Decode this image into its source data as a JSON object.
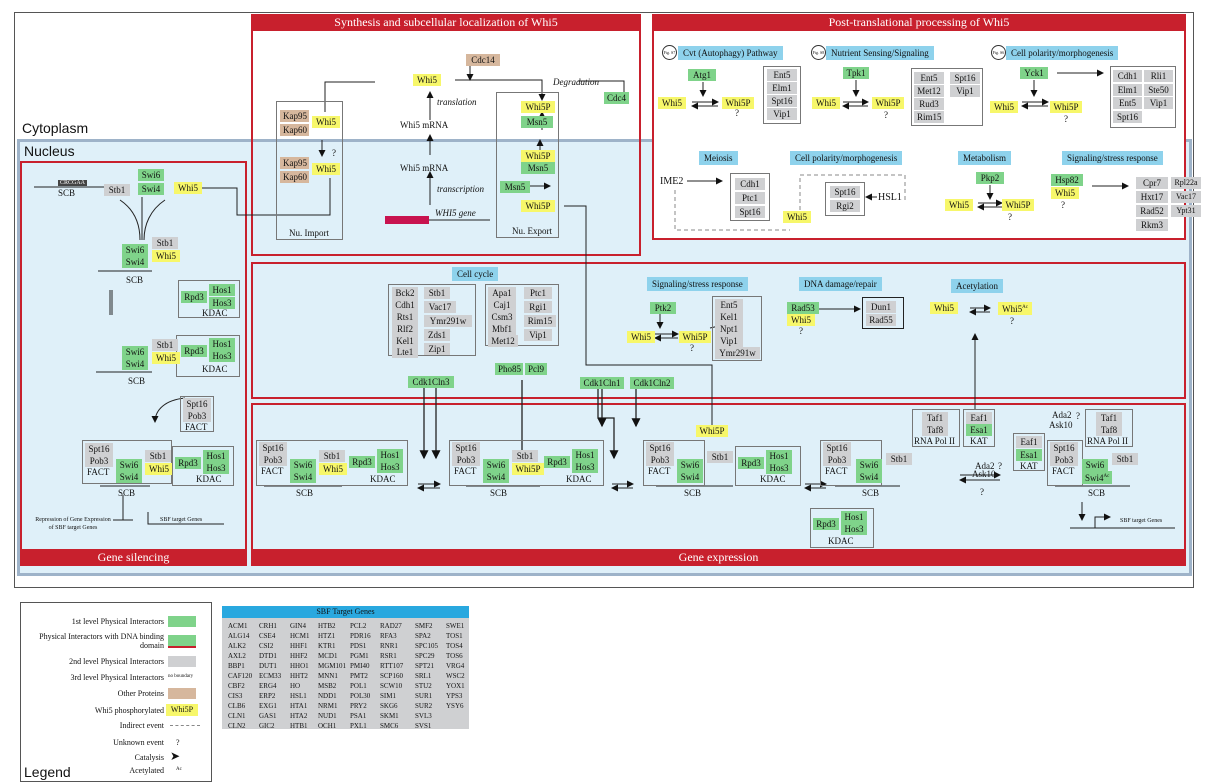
{
  "regions": {
    "cytoplasm": "Cytoplasm",
    "nucleus": "Nucleus",
    "synthesis_title": "Synthesis and subcellular localization of Whi5",
    "ptm_title": "Post-translational processing of Whi5",
    "silencing_title": "Gene silencing",
    "expression_title": "Gene expression"
  },
  "synthesis": {
    "cdc14": "Cdc14",
    "whi5_top": "Whi5",
    "translation": "translation",
    "whi5_mrna_1": "Whi5 mRNA",
    "whi5_mrna_2": "Whi5 mRNA",
    "transcription": "transcription",
    "gene": "WHI5 gene",
    "kap95_a": "Kap95",
    "kap60_a": "Kap60",
    "whi5_a": "Whi5",
    "q": "?",
    "kap95_b": "Kap95",
    "kap60_b": "Kap60",
    "whi5_b": "Whi5",
    "import": "Nu. Import",
    "degradation": "Degradation",
    "whi5p_a": "Whi5P",
    "msn5_a": "Msn5",
    "cdc4": "Cdc4",
    "whi5p_b": "Whi5P",
    "msn5_b": "Msn5",
    "msn5_c": "Msn5",
    "whi5p_c": "Whi5P",
    "export": "Nu. Export"
  },
  "ptm": {
    "cvt": {
      "fig": "Fig. S7",
      "title": "Cvt (Autophagy) Pathway",
      "atg1": "Atg1",
      "whi5": "Whi5",
      "whi5p": "Whi5P",
      "q": "?",
      "list": [
        "Ent5",
        "Elm1",
        "Spt16",
        "Vip1"
      ]
    },
    "nutrient": {
      "fig": "Fig. S8",
      "title": "Nutrient Sensing/Signaling",
      "tpk1": "Tpk1",
      "whi5": "Whi5",
      "whi5p": "Whi5P",
      "q": "?",
      "list1": [
        "Ent5",
        "Met12",
        "Rud3",
        "Rim15"
      ],
      "list2": [
        "Spt16",
        "Vip1"
      ]
    },
    "polarity1": {
      "fig": "Fig. S6",
      "title": "Cell polarity/morphogenesis",
      "yck1": "Yck1",
      "whi5": "Whi5",
      "whi5p": "Whi5P",
      "q": "?",
      "list1": [
        "Cdh1",
        "Elm1",
        "Ent5",
        "Spt16"
      ],
      "list2": [
        "Rli1",
        "Ste50",
        "Vip1"
      ]
    },
    "meiosis": {
      "title": "Meiosis",
      "ime2": "IME2",
      "list": [
        "Cdh1",
        "Ptc1",
        "Spt16"
      ]
    },
    "polarity2": {
      "title": "Cell polarity/morphogenesis",
      "list": [
        "Spt16",
        "Rgi2"
      ],
      "hsl1": "HSL1",
      "whi5": "Whi5"
    },
    "metabolism": {
      "title": "Metabolism",
      "pkp2": "Pkp2",
      "whi5": "Whi5",
      "whi5p": "Whi5P",
      "q": "?"
    },
    "stress": {
      "title": "Signaling/stress response",
      "hsp82": "Hsp82",
      "whi5": "Whi5",
      "q": "?",
      "list1": [
        "Cpr7",
        "Hxt17",
        "Rad52",
        "Rkm3"
      ],
      "list2": [
        "Rpl22a",
        "Vac17",
        "Ypt31"
      ]
    }
  },
  "middle": {
    "cellcycle": {
      "title": "Cell cycle",
      "col1": [
        "Bck2",
        "Cdh1",
        "Rts1",
        "Rlf2",
        "Kel1",
        "Lte1"
      ],
      "col2": [
        "Stb1",
        "Vac17",
        "Ymr291w",
        "Zds1",
        "Zip1"
      ],
      "col3": [
        "Apa1",
        "Caj1",
        "Csm3",
        "Mbf1",
        "Met12"
      ],
      "col4": [
        "Ptc1",
        "Rgi1",
        "Rim15",
        "Vip1"
      ],
      "cdk1cln3": "Cdk1Cln3",
      "pho85": "Pho85",
      "pcl9": "Pcl9"
    },
    "stress": {
      "title": "Signaling/stress response",
      "ptk2": "Ptk2",
      "whi5": "Whi5",
      "whi5p": "Whi5P",
      "q": "?",
      "list": [
        "Ent5",
        "Kel1",
        "Npt1",
        "Vip1",
        "Ymr291w"
      ]
    },
    "dna": {
      "title": "DNA damage/repair",
      "rad53": "Rad53",
      "whi5": "Whi5",
      "q": "?",
      "list": [
        "Dun1",
        "Rad55"
      ]
    },
    "acetyl": {
      "title": "Acetylation",
      "whi5": "Whi5",
      "whi5ac": "Whi5",
      "ac": "Ac",
      "q": "?"
    }
  },
  "silencing": {
    "swi6": "Swi6",
    "swi4": "Swi4",
    "stb1": "Stb1",
    "whi5": "Whi5",
    "scb": "SCB",
    "cacgaaa": "CRCGAA",
    "swi6b": "Swi6",
    "swi4b": "Swi4",
    "stb1b": "Stb1",
    "whi5b": "Whi5",
    "rpd3": "Rpd3",
    "hos1": "Hos1",
    "hos3": "Hos3",
    "kdac": "KDAC",
    "stb1c": "Stb1",
    "swi6c": "Swi6",
    "swi4c": "Swi4",
    "whi5c": "Whi5",
    "rpd3c": "Rpd3",
    "hos1c": "Hos1",
    "hos3c": "Hos3",
    "kdac2": "KDAC",
    "spt16": "Spt16",
    "pob3": "Pob3",
    "fact": "FACT",
    "spt16d": "Spt16",
    "pob3d": "Pob3",
    "factd": "FACT",
    "swi6d": "Swi6",
    "swi4d": "Swi4",
    "stb1d": "Stb1",
    "whi5d": "Whi5",
    "rpd3d": "Rpd3",
    "hos1d": "Hos1",
    "hos3d": "Hos3",
    "kdac3": "KDAC",
    "repression": "Repression of Gene Expression of SBF target Genes",
    "sbf_genes": "SBF target Genes"
  },
  "expression": {
    "cdk1cln1": "Cdk1Cln1",
    "cdk1cln2": "Cdk1Cln2",
    "whi5p": "Whi5P",
    "taf1": "Taf1",
    "taf8": "Taf8",
    "rnapol": "RNA Pol II",
    "eaf1": "Eaf1",
    "esa1": "Esa1",
    "kat": "KAT",
    "ada2": "Ada2",
    "ask10": "Ask10",
    "q": "?",
    "ada2b": "Ada2",
    "ask10b": "Ask10",
    "taf1b": "Taf1",
    "taf8b": "Taf8",
    "rnapolb": "RNA Pol II",
    "eaf1b": "Eaf1",
    "esa1b": "Esa1",
    "katb": "KAT",
    "spt16": "Spt16",
    "pob3": "Pob3",
    "fact": "FACT",
    "swi6": "Swi6",
    "swi4": "Swi4",
    "stb1": "Stb1",
    "whi5": "Whi5",
    "whi5P": "Whi5P",
    "scb": "SCB",
    "rpd3": "Rpd3",
    "hos1": "Hos1",
    "hos3": "Hos3",
    "kdac": "KDAC",
    "swi4ac": "Swi4",
    "ac": "Ac",
    "sbf_genes": "SBF target Genes"
  },
  "legend": {
    "title": "Legend",
    "rows": [
      "1st level Physical Interactors",
      "Physical Interactors with DNA binding domain",
      "2nd level Physical Interactors",
      "3rd level Physical Interactors",
      "Other Proteins",
      "Whi5 phosphorylated",
      "Indirect event",
      "Unknown event",
      "Catalysis",
      "Acetylated"
    ],
    "no_boundary": "no boundary",
    "whi5p": "Whi5P",
    "q": "?",
    "ac": "Ac"
  },
  "targets": {
    "title": "SBF Target Genes",
    "columns": [
      [
        "ACM1",
        "ALG14",
        "ALK2",
        "AXL2",
        "BBP1",
        "CAF120",
        "CBF2",
        "CIS3",
        "CLB6",
        "CLN1",
        "CLN2"
      ],
      [
        "CRH1",
        "CSE4",
        "CSI2",
        "DTD1",
        "DUT1",
        "ECM33",
        "ERG4",
        "ERP2",
        "EXG1",
        "GAS1",
        "GIC2"
      ],
      [
        "GIN4",
        "HCM1",
        "HHF1",
        "HHF2",
        "HHO1",
        "HHT2",
        "HO",
        "HSL1",
        "HTA1",
        "HTA2",
        "HTB1"
      ],
      [
        "HTB2",
        "HTZ1",
        "KTR1",
        "MCD1",
        "MGM101",
        "MNN1",
        "MSB2",
        "NDD1",
        "NRM1",
        "NUD1",
        "OCH1"
      ],
      [
        "PCL2",
        "PDR16",
        "PDS1",
        "PGM1",
        "PMI40",
        "PMT2",
        "POL1",
        "POL30",
        "PRY2",
        "PSA1",
        "PXL1"
      ],
      [
        "RAD27",
        "RFA3",
        "RNR1",
        "RSR1",
        "RTT107",
        "SCP160",
        "SCW10",
        "SIM1",
        "SKG6",
        "SKM1",
        "SMC6"
      ],
      [
        "SMF2",
        "SPA2",
        "SPC105",
        "SPC29",
        "SPT21",
        "SRL1",
        "STU2",
        "SUR1",
        "SUR2",
        "SVL3",
        "SVS1"
      ],
      [
        "SWE1",
        "TOS1",
        "TOS4",
        "TOS6",
        "VRG4",
        "WSC2",
        "YOX1",
        "YPS3",
        "YSY6"
      ]
    ]
  },
  "colors": {
    "first_level": "#7fd38a",
    "second_level": "#cfd0d2",
    "other": "#d6b79d",
    "phospho": "#f7f76a",
    "category": "#8ed2ec",
    "region_title": "#c8202d",
    "nucleus_fill": "#dff0f9"
  }
}
